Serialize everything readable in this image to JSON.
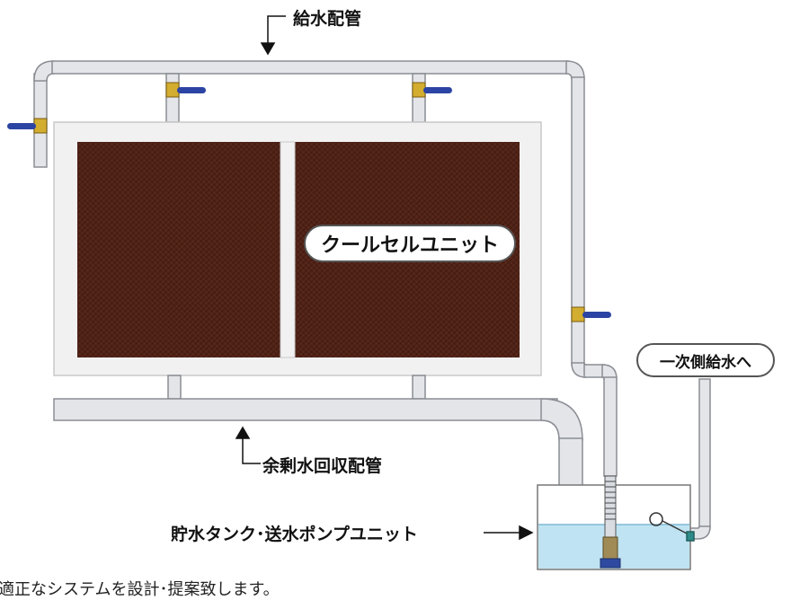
{
  "labels": {
    "supply_pipe": "給水配管",
    "cool_cell_unit": "クールセルユニット",
    "primary_supply": "一次側給水へ",
    "overflow_pipe": "余剰水回収配管",
    "tank_unit": "貯水タンク･送水ポンプユニット"
  },
  "caption": "適正なシステムを設計･提案致します。",
  "colors": {
    "pipe_fill": "#e3e5e9",
    "pipe_stroke": "#8a8d93",
    "frame": "#f1f1f1",
    "cell": "#4e2317",
    "water": "#bfe3f2",
    "valve_brass": "#d3ad2f",
    "valve_handle": "#2c44a3"
  }
}
